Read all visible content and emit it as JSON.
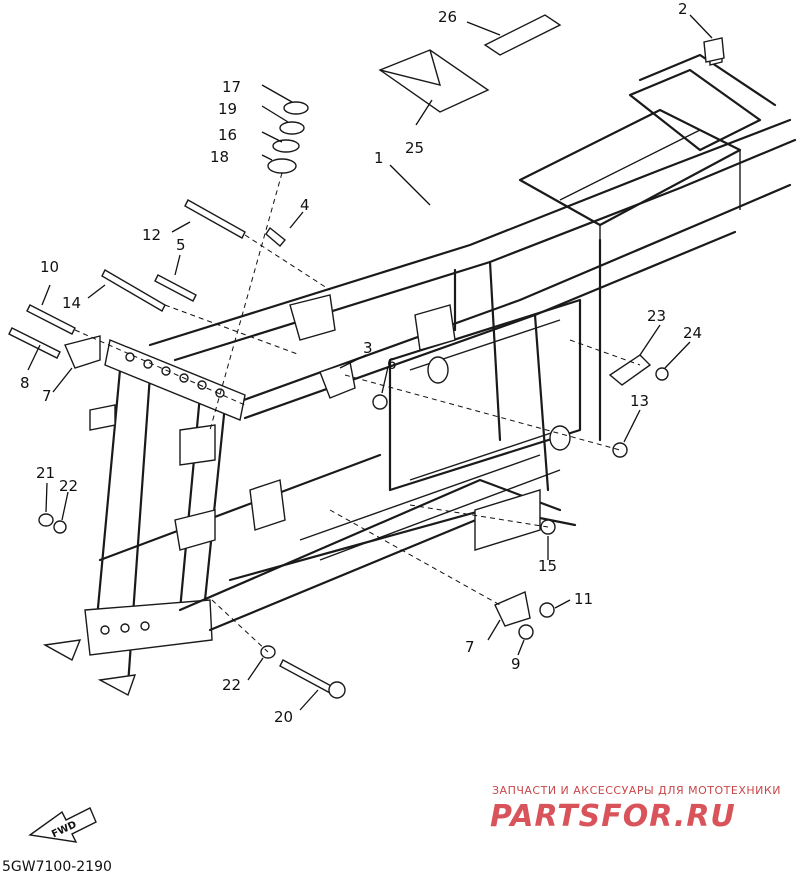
{
  "diagram": {
    "part_code": "5GW7100-2190",
    "fwd_label": "FWD",
    "watermark": {
      "subtitle": "ЗАПЧАСТИ И АКСЕССУАРЫ ДЛЯ МОТОТЕХНИКИ",
      "brand": "PARTSFOR.RU"
    },
    "callouts": [
      {
        "id": "c26",
        "text": "26"
      },
      {
        "id": "c2",
        "text": "2"
      },
      {
        "id": "c17",
        "text": "17"
      },
      {
        "id": "c19",
        "text": "19"
      },
      {
        "id": "c16",
        "text": "16"
      },
      {
        "id": "c18",
        "text": "18"
      },
      {
        "id": "c25",
        "text": "25"
      },
      {
        "id": "c1",
        "text": "1"
      },
      {
        "id": "c4",
        "text": "4"
      },
      {
        "id": "c12",
        "text": "12"
      },
      {
        "id": "c5",
        "text": "5"
      },
      {
        "id": "c10",
        "text": "10"
      },
      {
        "id": "c14",
        "text": "14"
      },
      {
        "id": "c3",
        "text": "3"
      },
      {
        "id": "c6",
        "text": "6"
      },
      {
        "id": "c23",
        "text": "23"
      },
      {
        "id": "c24",
        "text": "24"
      },
      {
        "id": "c8",
        "text": "8"
      },
      {
        "id": "c7a",
        "text": "7"
      },
      {
        "id": "c13",
        "text": "13"
      },
      {
        "id": "c21",
        "text": "21"
      },
      {
        "id": "c22a",
        "text": "22"
      },
      {
        "id": "c15",
        "text": "15"
      },
      {
        "id": "c11",
        "text": "11"
      },
      {
        "id": "c7b",
        "text": "7"
      },
      {
        "id": "c9",
        "text": "9"
      },
      {
        "id": "c22b",
        "text": "22"
      },
      {
        "id": "c20",
        "text": "20"
      }
    ]
  }
}
